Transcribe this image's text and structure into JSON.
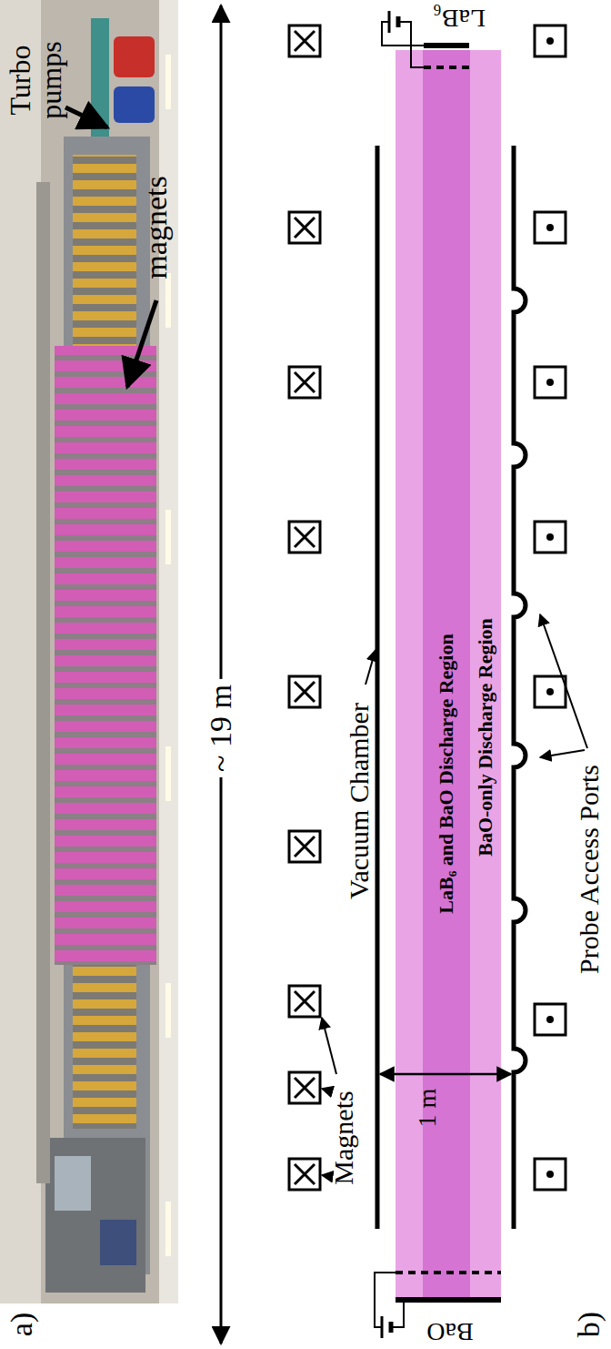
{
  "diagram": {
    "labels": [
      "a)",
      "Turbo pumps",
      "magnets",
      "~ 19 m",
      "b)",
      "LaB₆",
      "Vacuum Chamber",
      "LaB₆ and BaO Discharge Region",
      "BaO-only Discharge Region",
      "Magnets",
      "1 m",
      "Probe Access Ports",
      "BaO"
    ]
  }
}
